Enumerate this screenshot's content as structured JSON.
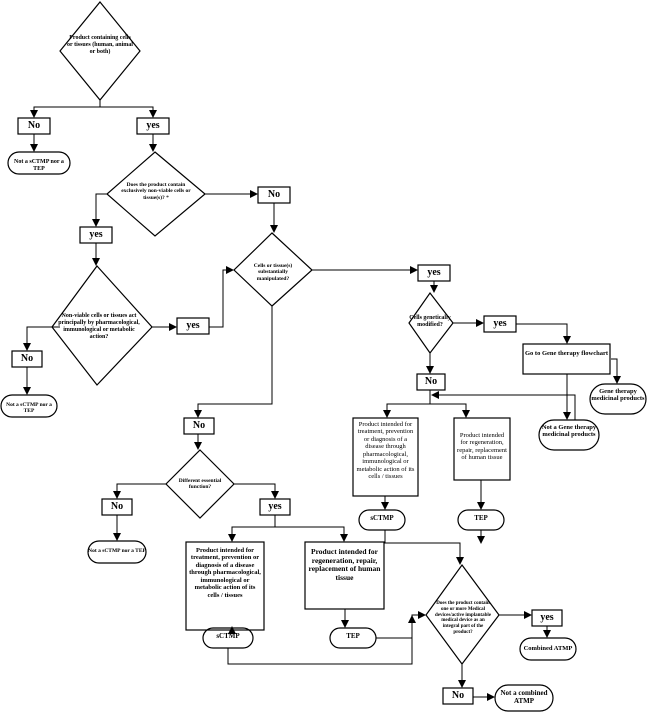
{
  "diagram": {
    "start_question": "Product containing cells or tissues (human, animal or both)",
    "no": "No",
    "yes": "yes",
    "not_sctmp_tep": "Not a sCTMP nor a TEP",
    "q_nonviable": "Does the product contain exclusively non-viable cells or tissue(s)? *",
    "q_pharmacological": "Non-viable cells or tissues act principally by pharmacological, immunological or metabolic action?",
    "q_manipulated": "Cells or tissue(s) substantially manipulated?",
    "q_genetically": "Cells genetically modified?",
    "gene_flowchart": "Go to Gene therapy flowchart",
    "gene_product": "Gene therapy medicinal products",
    "not_gene_product": "Not a Gene therapy medicinal products",
    "sctmp_desc": "Product intended for treatment, prevention or diagnosis of a disease through pharmacological, immunological or metabolic action of its cells / tissues",
    "tep_desc": "Product intended for regeneration, repair, replacement of human tissue",
    "sctmp": "sCTMP",
    "tep": "TEP",
    "q_essential": "Different essential function?",
    "q_device": "Does the product contain one or more Medical devices/active implantable medical device as an integral part of the product?",
    "combined": "Combined ATMP",
    "not_combined": "Not a combined ATMP"
  }
}
